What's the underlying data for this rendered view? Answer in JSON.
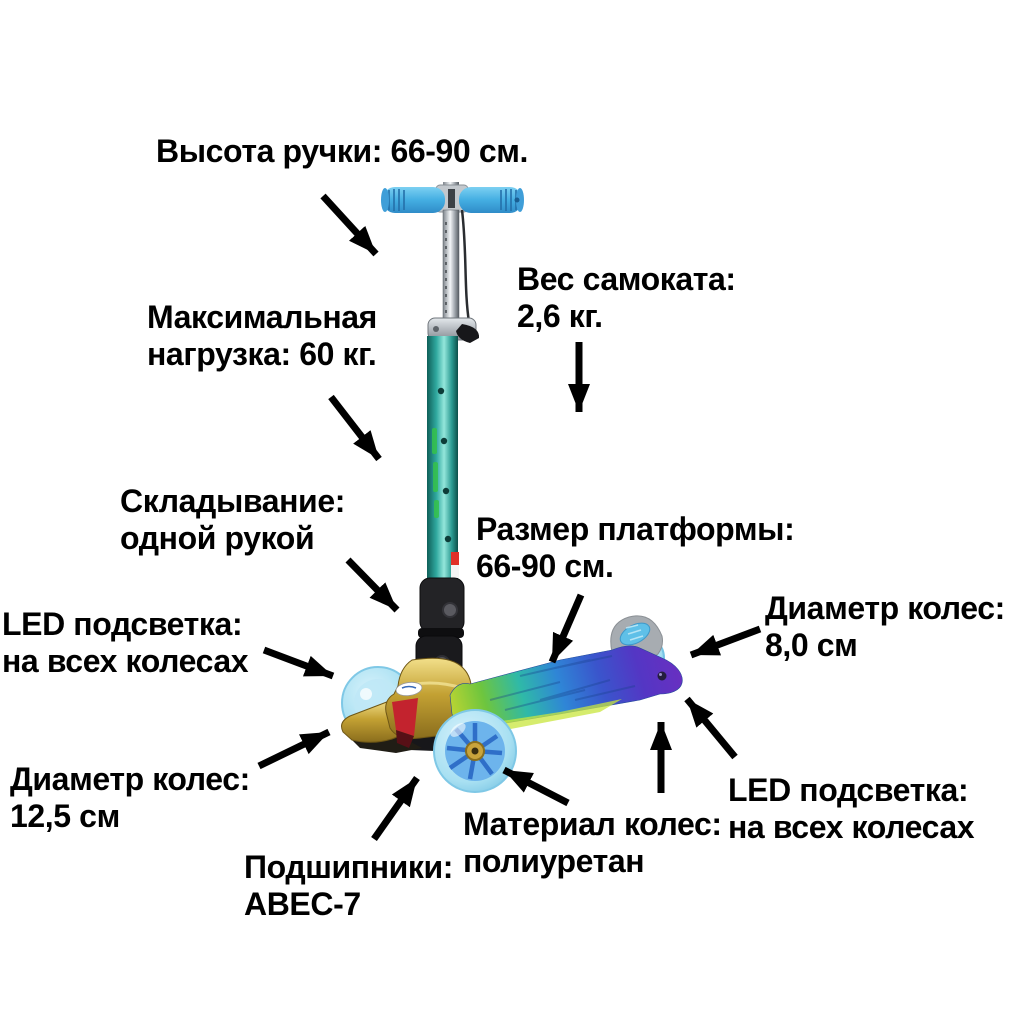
{
  "page": {
    "description": "Kick scooter specifications infographic",
    "language": "ru",
    "background": "#ffffff",
    "text_color": "#000000",
    "arrow_color": "#000000"
  },
  "palette": {
    "grip_blue": "#4db4e6",
    "stem_chrome": "#c9ced3",
    "stem_teal": "#2fa89f",
    "joint_black": "#1c1c1e",
    "fork_gold": "#c3a133",
    "brake_red": "#c3232e",
    "wheel_light_blue": "#a8e0f2",
    "spoke_blue": "#3f7fd4",
    "hub_gold": "#c9a43c",
    "deck_green": "#6ec53e",
    "deck_blue": "#2f86d6",
    "deck_purple": "#6d2ec0",
    "rear_brake_gray": "#a7acb1"
  },
  "annotations": {
    "handle_height": {
      "lines": [
        "Высота ручки: 66-90 см."
      ]
    },
    "max_load": {
      "lines": [
        "Максимальная",
        "нагрузка: 60 кг."
      ]
    },
    "scooter_weight": {
      "lines": [
        "Вес самоката:",
        "2,6 кг."
      ]
    },
    "folding": {
      "lines": [
        "Складывание:",
        "одной рукой"
      ]
    },
    "platform_size": {
      "lines": [
        "Размер платформы:",
        "66-90 см."
      ]
    },
    "led_front": {
      "lines": [
        "LED подсветка:",
        "на всех колесах"
      ]
    },
    "front_wheel_diameter": {
      "lines": [
        "Диаметр колес:",
        "12,5 см"
      ]
    },
    "bearings": {
      "lines": [
        "Подшипники:",
        "ABEC-7"
      ]
    },
    "wheel_material": {
      "lines": [
        "Материал колес:",
        "полиуретан"
      ]
    },
    "rear_wheel_diameter": {
      "lines": [
        "Диаметр колес:",
        "8,0 см"
      ]
    },
    "led_rear": {
      "lines": [
        "LED подсветка:",
        "на всех колесах"
      ]
    }
  }
}
